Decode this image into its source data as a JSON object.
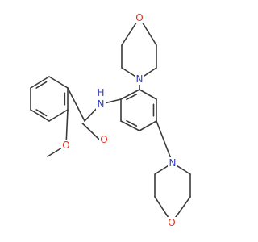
{
  "colors": {
    "bond": "#3a3a3a",
    "nitrogen": "#2f3fbf",
    "oxygen": "#e0301e",
    "background": "#ffffff"
  },
  "atoms": [
    {
      "id": "O_methoxy",
      "label": "O",
      "element": "oxygen"
    },
    {
      "id": "O_carbonyl",
      "label": "O",
      "element": "oxygen"
    },
    {
      "id": "N_amide",
      "label": "N",
      "element": "nitrogen"
    },
    {
      "id": "H_amide",
      "label": "H",
      "element": "nitrogen"
    },
    {
      "id": "N_morph_top",
      "label": "N",
      "element": "nitrogen"
    },
    {
      "id": "O_morph_top",
      "label": "O",
      "element": "oxygen"
    },
    {
      "id": "N_morph_bottom",
      "label": "N",
      "element": "nitrogen"
    },
    {
      "id": "O_morph_bottom",
      "label": "O",
      "element": "oxygen"
    }
  ]
}
